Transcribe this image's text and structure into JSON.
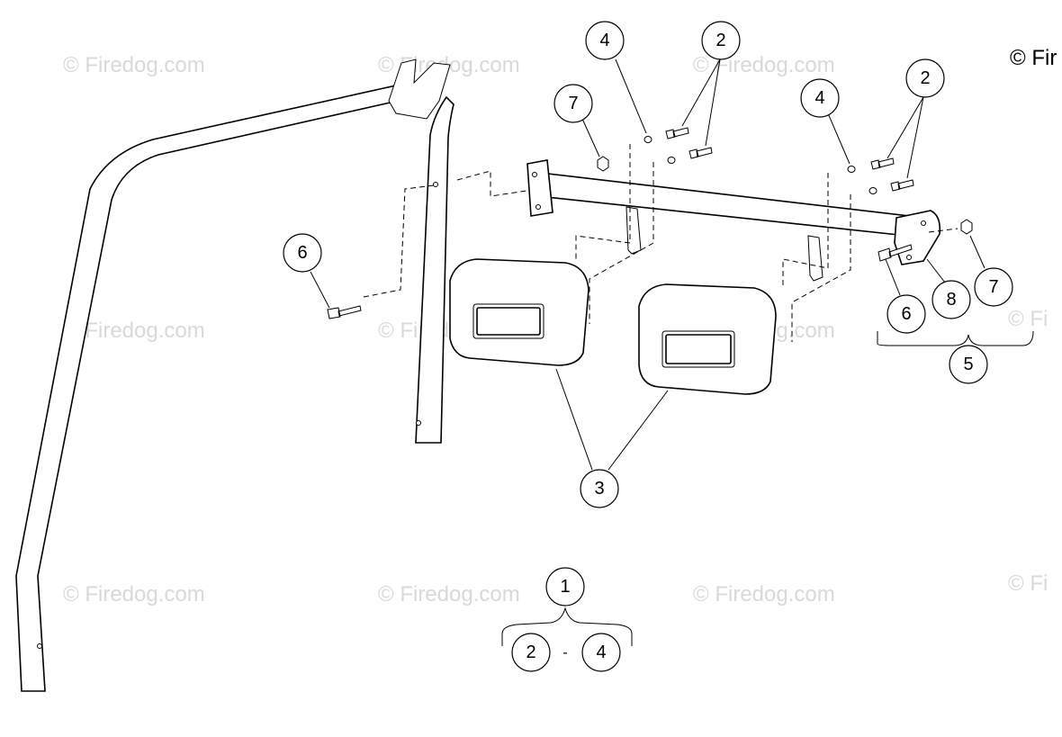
{
  "watermark": {
    "text": "© Firedog.com",
    "partial_text": "© Fi"
  },
  "copyright": "© Fir",
  "callouts": {
    "c2a": "2",
    "c4a": "4",
    "c7a": "7",
    "c2b": "2",
    "c4b": "4",
    "c6a": "6",
    "c6b": "6",
    "c8": "8",
    "c7b": "7",
    "c5": "5",
    "c3": "3",
    "c1": "1",
    "c2c": "2",
    "c4c": "4"
  },
  "range_separator": "-"
}
